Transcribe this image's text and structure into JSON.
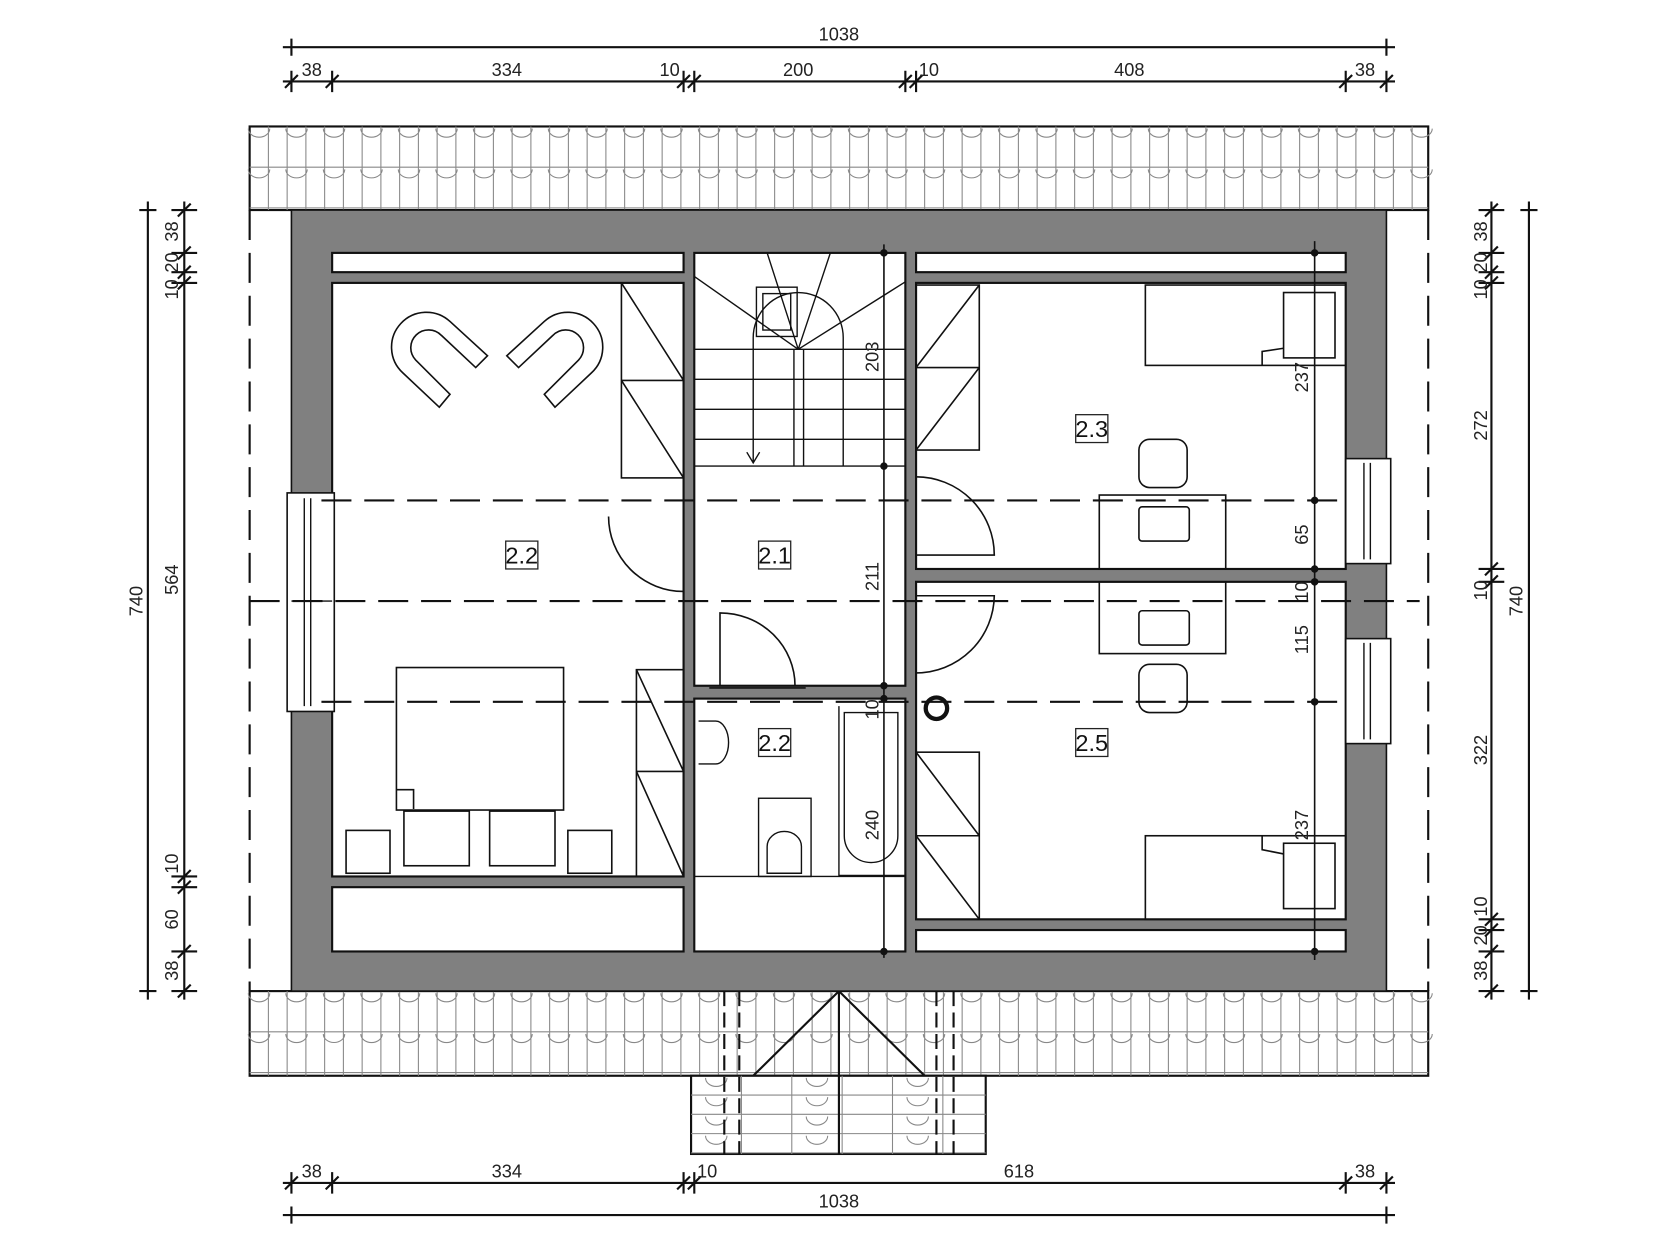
{
  "dimensions": {
    "top_total": "1038",
    "top": [
      "38",
      "334",
      "10",
      "200",
      "10",
      "408",
      "38"
    ],
    "bottom_total": "1038",
    "bottom": [
      "38",
      "334",
      "10",
      "618",
      "38"
    ],
    "left_total": "740",
    "left": [
      "38",
      "20",
      "10",
      "564",
      "10",
      "60",
      "38"
    ],
    "right_total": "740",
    "right": [
      "38",
      "20",
      "10",
      "272",
      "10",
      "322",
      "10",
      "20",
      "38"
    ],
    "interior_center": [
      "203",
      "211",
      "10",
      "240"
    ],
    "interior_right": [
      "237",
      "65",
      "10",
      "115",
      "237"
    ]
  },
  "rooms": [
    {
      "label": "2.2"
    },
    {
      "label": "2.1"
    },
    {
      "label": "2.3"
    },
    {
      "label": "2.2"
    },
    {
      "label": "2.5"
    }
  ],
  "colors": {
    "wall": "#808080",
    "line": "#111111"
  }
}
